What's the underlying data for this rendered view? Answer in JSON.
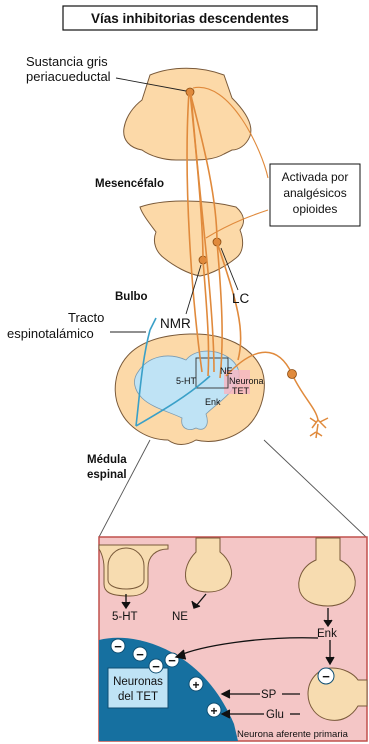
{
  "title": "Vías inhibitorias descendentes",
  "labels": {
    "pag_line1": "Sustancia gris",
    "pag_line2": "periacueductal",
    "mesencefalo": "Mesencéfalo",
    "bulbo": "Bulbo",
    "tracto_line1": "Tracto",
    "tracto_line2": "espinotalámico",
    "nmr": "NMR",
    "lc": "LC",
    "medula_line1": "Médula",
    "medula_line2": "espinal",
    "opioid_line1": "Activada por",
    "opioid_line2": "analgésicos",
    "opioid_line3": "opioides",
    "cord_5ht": "5-HT",
    "cord_ne": "NE",
    "cord_enk": "Enk",
    "cord_neurona": "Neurona",
    "cord_tet": "TET"
  },
  "inset": {
    "ht": "5-HT",
    "ne": "NE",
    "enk": "Enk",
    "sp": "SP",
    "glu": "Glu",
    "neurons_line1": "Neuronas",
    "neurons_line2": "del TET",
    "afferent": "Neurona aferente primaria",
    "minus_sign": "−",
    "plus_sign": "+"
  },
  "colors": {
    "tissue": "#fcd9a8",
    "tissue_stroke": "#7a5a3a",
    "gray_matter": "#bfe3f5",
    "pathway": "#e08a3c",
    "spinothalamic": "#3aa0c8",
    "inset_bg": "#f4c6c6",
    "inset_border": "#c0504d",
    "tet_neuron": "#1670a0",
    "terminal": "#f7dcb0"
  }
}
